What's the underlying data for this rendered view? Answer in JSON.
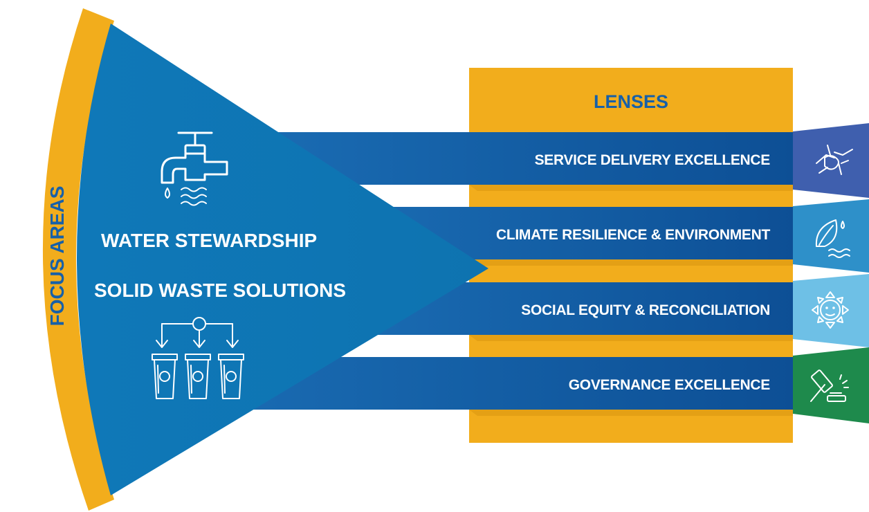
{
  "focus_areas": {
    "label": "FOCUS AREAS",
    "items": [
      "WATER STEWARDSHIP",
      "SOLID WASTE SOLUTIONS"
    ]
  },
  "lenses": {
    "title": "LENSES",
    "items": [
      {
        "label": "SERVICE DELIVERY EXCELLENCE",
        "icon": "hands-together-icon",
        "color": "#3f5fae"
      },
      {
        "label": "CLIMATE RESILIENCE & ENVIRONMENT",
        "icon": "leaf-water-icon",
        "color": "#2e90c9"
      },
      {
        "label": "SOCIAL EQUITY & RECONCILIATION",
        "icon": "sun-face-icon",
        "color": "#6ec0e6"
      },
      {
        "label": "GOVERNANCE EXCELLENCE",
        "icon": "gavel-icon",
        "color": "#1e8a4c"
      }
    ]
  },
  "icons": {
    "water": "water-tap-icon",
    "waste": "recycling-bins-icon"
  },
  "colors": {
    "gold": "#f2ad1c",
    "fan_blue": "#0e6fae",
    "band_blue": "#1760a8",
    "band_blue_dark": "#0d4f95",
    "white": "#ffffff"
  }
}
